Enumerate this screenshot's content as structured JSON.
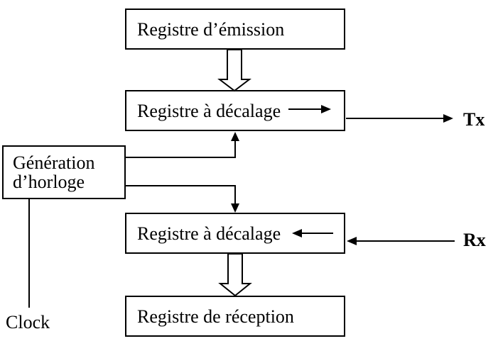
{
  "diagram": {
    "boxes": {
      "emission": {
        "label": "Registre d’émission"
      },
      "shift_tx": {
        "label": "Registre à décalage"
      },
      "clock_gen": {
        "line1": "Génération",
        "line2": "d’horloge"
      },
      "shift_rx": {
        "label": "Registre à décalage"
      },
      "reception": {
        "label": "Registre de réception"
      }
    },
    "labels": {
      "tx": "Tx",
      "rx": "Rx",
      "clock": "Clock"
    },
    "arrows": {
      "emission_to_shift_tx": "hollow-down-arrow",
      "shift_rx_to_reception": "hollow-down-arrow",
      "inside_shift_tx": "right-arrow",
      "inside_shift_rx": "left-arrow",
      "tx_output": "right-arrow",
      "rx_input": "left-arrow",
      "clock_to_shift_tx": "up-arrow",
      "clock_to_shift_rx": "down-arrow"
    },
    "colors": {
      "line": "#000000",
      "text": "#000000",
      "background": "#ffffff"
    }
  }
}
